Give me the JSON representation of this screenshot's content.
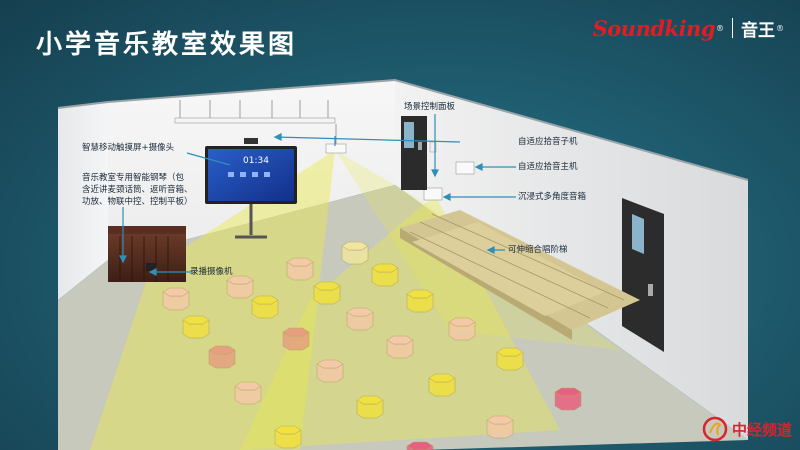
{
  "title": "小学音乐教室效果图",
  "brand": {
    "logo_text": "Soundking",
    "cn_name": "音王",
    "reg_mark": "®"
  },
  "screen_text": "01:34",
  "labels": {
    "smart_screen": "智慧移动触摸屏+摄像头",
    "piano_line1": "音乐教室专用智能钢琴（包",
    "piano_line2": "含近讲麦颈话筒、返听音箱、",
    "piano_line3": "功放、物联中控、控制平板）",
    "recording_cam": "录播摄像机",
    "scene_panel": "场景控制面板",
    "adaptive_sub": "自适应拾音子机",
    "adaptive_main": "自适应拾音主机",
    "immersive_speaker": "沉浸式多角度音箱",
    "riser": "可伸缩合唱阶梯"
  },
  "watermark": {
    "text": "中经频道"
  },
  "colors": {
    "accent_line": "#2f8fb8",
    "brand_red": "#e51b24",
    "beam_yellow": "#e8e84a"
  }
}
